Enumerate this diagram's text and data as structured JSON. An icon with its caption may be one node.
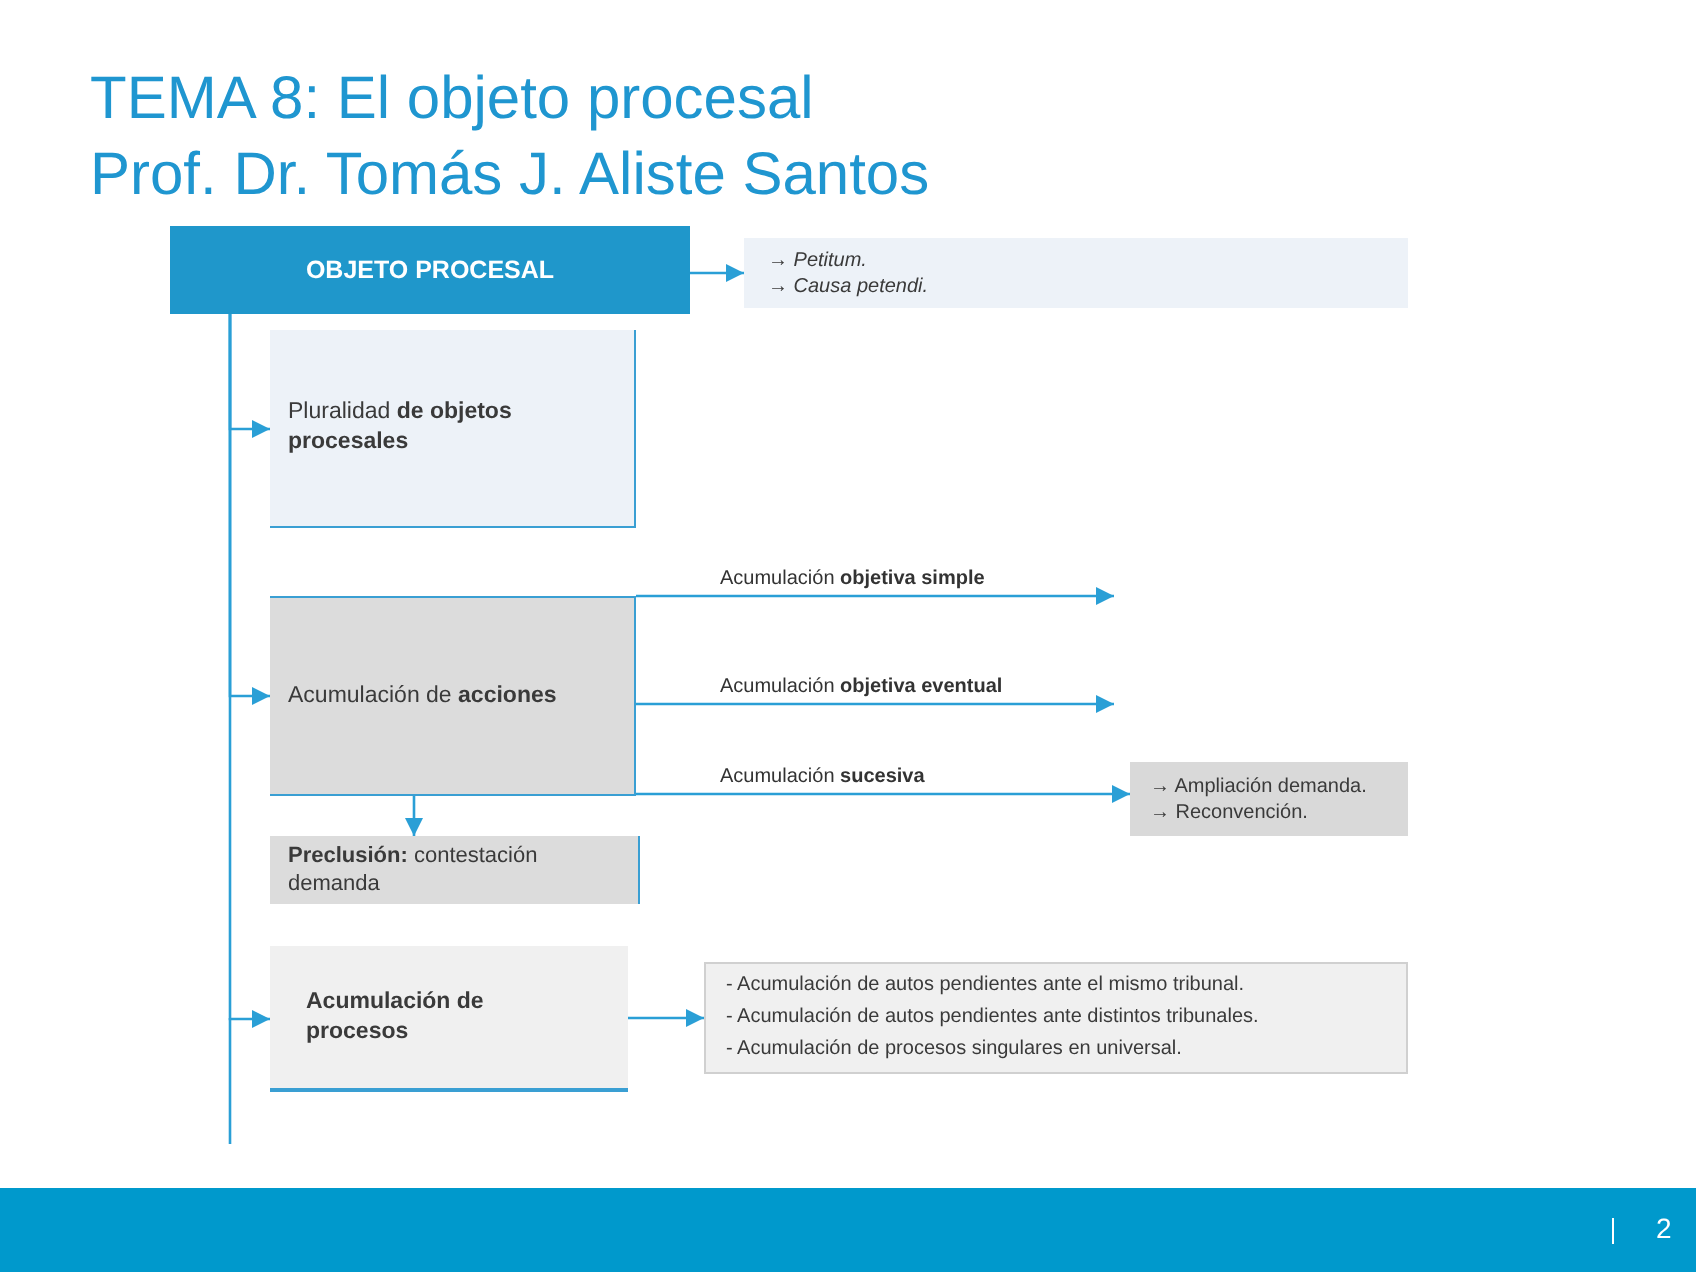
{
  "diagram": {
    "title": "TEMA 8: El objeto procesal",
    "nodes": [
      {
        "text": [
          "OBJETO PROCESAL"
        ]
      },
      {
        "text": [
          "→ Petitum.",
          "→ Causa petendi."
        ]
      },
      {
        "text": [
          "Pluralidad **de objetos procesales**"
        ]
      },
      {
        "text": [
          "Acumulación de **acciones**"
        ]
      },
      {
        "text": [
          "→ Ampliación demanda.",
          "→ Reconvención."
        ]
      },
      {
        "text": [
          "**Preclusión:** contestación demanda"
        ]
      },
      {
        "text": [
          "Acumulación de procesos"
        ]
      },
      {
        "text": [
          "- Acumulación de autos pendientes ante el mismo tribunal.",
          "- Acumulación de autos pendientes ante distintos tribunales.",
          "- Acumulación de procesos singulares en universal."
        ]
      }
    ],
    "edges": [
      {
        "from": 0,
        "to": 1,
        "arrow": "to"
      },
      {
        "from": 0,
        "to": 2,
        "arrow": "to"
      },
      {
        "from": 0,
        "to": 3,
        "arrow": "to"
      },
      {
        "from": 3,
        "to": null,
        "arrow": "to",
        "label": "Acumulación **objetiva simple**"
      },
      {
        "from": 3,
        "to": null,
        "arrow": "to",
        "label": "Acumulación **objetiva eventual**"
      },
      {
        "from": 3,
        "to": 4,
        "arrow": "to",
        "label": "Acumulación **sucesiva**"
      },
      {
        "from": 3,
        "to": 5,
        "arrow": "to"
      },
      {
        "from": 0,
        "to": 6,
        "arrow": "to"
      },
      {
        "from": 6,
        "to": 7,
        "arrow": "to"
      }
    ],
    "labels": [
      "Prof. Dr. Tomás J. Aliste Santos",
      "2"
    ]
  }
}
